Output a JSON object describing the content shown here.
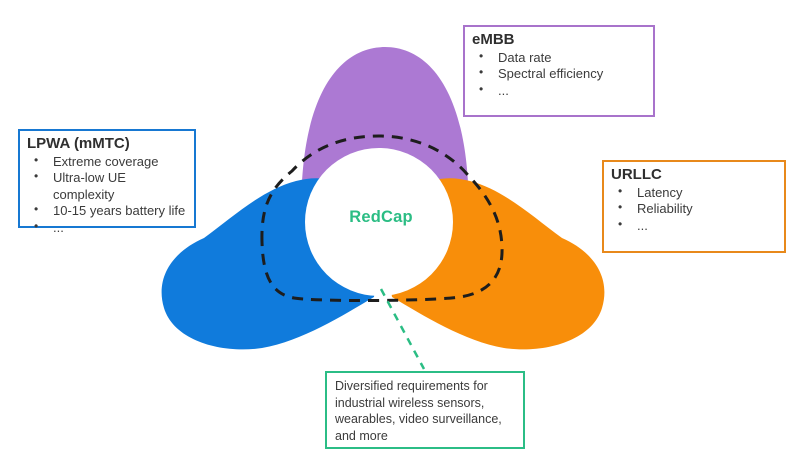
{
  "diagram": {
    "center_label": "RedCap",
    "colors": {
      "purple_petal": "#ac79d3",
      "blue_petal": "#107bdc",
      "orange_petal": "#f88e0a",
      "green_accent": "#2bbd84",
      "dashed_outline": "#1d1d1d",
      "body_text": "#3b3b3b",
      "embb_border": "#a873cb",
      "lpwa_border": "#1778d2",
      "urllc_border": "#e8891b",
      "note_border": "#2bbd86"
    },
    "boxes": {
      "embb": {
        "title": "eMBB",
        "bullets": [
          "Data rate",
          "Spectral efficiency",
          "..."
        ]
      },
      "lpwa": {
        "title": "LPWA (mMTC)",
        "bullets": [
          "Extreme coverage",
          "Ultra-low UE complexity",
          "10-15 years battery life",
          "..."
        ]
      },
      "urllc": {
        "title": "URLLC",
        "bullets": [
          "Latency",
          "Reliability",
          "..."
        ]
      },
      "note": {
        "text": "Diversified requirements for industrial wireless sensors, wearables, video surveillance, and more"
      }
    }
  }
}
